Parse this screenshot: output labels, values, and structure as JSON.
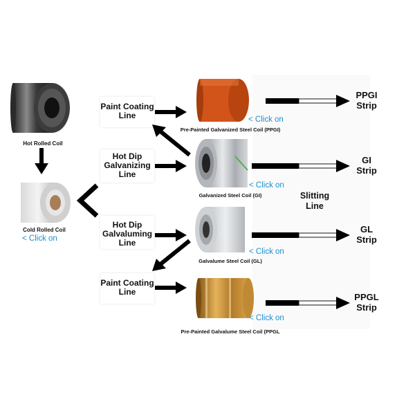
{
  "sources": {
    "hot_rolled": "Hot Rolled Coil",
    "cold_rolled": "Cold Rolled Coil",
    "cold_rolled_link": "< Click on"
  },
  "processes": {
    "paint_coating_1": [
      "Paint Coating",
      "Line"
    ],
    "hot_dip_galvanizing": [
      "Hot Dip",
      "Galvanizing",
      "Line"
    ],
    "hot_dip_galvaluming": [
      "Hot Dip",
      "Galvaluming",
      "Line"
    ],
    "paint_coating_2": [
      "Paint Coating",
      "Line"
    ],
    "slitting": [
      "Slitting",
      "Line"
    ]
  },
  "products": [
    {
      "caption": "Pre-Painted Galvanized Steel Coil (PPGI)",
      "link": "< Click on",
      "strip": [
        "PPGI",
        "Strip"
      ],
      "color": "#d2541a"
    },
    {
      "caption": "Galvanized Steel Coil (GI)",
      "link": "< Click on",
      "strip": [
        "GI",
        "Strip"
      ],
      "color": "#b9bcc0"
    },
    {
      "caption": "Galvalume Steel Coil (GL)",
      "link": "< Click on",
      "strip": [
        "GL",
        "Strip"
      ],
      "color": "#c4c7ca"
    },
    {
      "caption": "Pre-Painted Galvalume Steel Coil (PPGL",
      "link": "< Click on",
      "strip": [
        "PPGL",
        "Strip"
      ],
      "color": "#c98a2a"
    }
  ],
  "colors": {
    "arrow": "#000000",
    "link": "#1a8fd0"
  }
}
